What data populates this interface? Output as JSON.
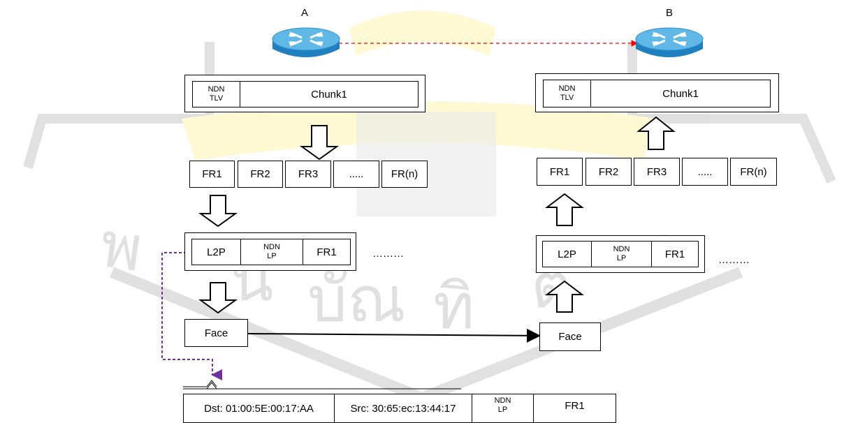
{
  "routers": {
    "a_label": "A",
    "b_label": "B"
  },
  "left_chunk": {
    "header_line1": "NDN",
    "header_line2": "TLV",
    "label": "Chunk1"
  },
  "right_chunk": {
    "header_line1": "NDN",
    "header_line2": "TLV",
    "label": "Chunk1"
  },
  "left_fragments": [
    "FR1",
    "FR2",
    "FR3",
    ".....",
    "FR(n)"
  ],
  "right_fragments": [
    "FR1",
    "FR2",
    "FR3",
    ".....",
    "FR(n)"
  ],
  "left_l2p": {
    "l2p": "L2P",
    "ndn_line1": "NDN",
    "ndn_line2": "LP",
    "fr": "FR1",
    "ellipsis": "………"
  },
  "right_l2p": {
    "l2p": "L2P",
    "ndn_line1": "NDN",
    "ndn_line2": "LP",
    "fr": "FR1",
    "ellipsis": "………"
  },
  "faces": {
    "left": "Face",
    "right": "Face"
  },
  "frame": {
    "dst": "Dst: 01:00:5E:00:17:AA",
    "src": "Src: 30:65:ec:13:44:17",
    "ndn_line1": "NDN",
    "ndn_line2": "LP",
    "fr": "FR1"
  },
  "colors": {
    "router_top": "#5fb8e6",
    "router_side": "#1f7fbf",
    "dashed_link": "#ff0000",
    "frame_pointer": "#7030a0",
    "watermark": "#c8c8c8",
    "watermark_yellow": "#fff5b0"
  }
}
